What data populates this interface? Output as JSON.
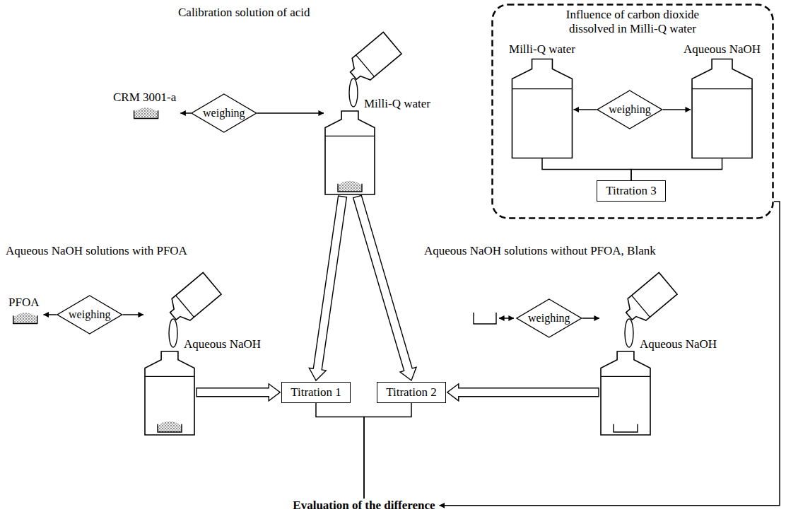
{
  "diagram": {
    "nodes": [
      {
        "text": [
          "CRM 3001-a"
        ]
      },
      {
        "text": [
          "weighing"
        ]
      },
      {
        "text": [
          "Milli-Q water"
        ]
      },
      {
        "text": [
          "Influence of carbon dioxide dissolved in Milli-Q water"
        ]
      },
      {
        "text": [
          "Milli-Q water"
        ],
        "in": 3
      },
      {
        "text": [
          "weighing"
        ],
        "in": 3
      },
      {
        "text": [
          "Aqueous NaOH"
        ],
        "in": 3
      },
      {
        "text": [
          "Titration 3"
        ],
        "in": 3
      },
      {
        "text": [
          "PFOA"
        ]
      },
      {
        "text": [
          "weighing"
        ]
      },
      {
        "text": [
          "Aqueous NaOH"
        ]
      },
      {
        "text": [
          "Titration 1"
        ]
      },
      {
        "text": [
          "Titration 2"
        ]
      },
      {
        "text": [
          "weighing"
        ]
      },
      {
        "text": [
          "Aqueous NaOH"
        ]
      },
      {
        "text": [
          "Evaluation of the difference"
        ]
      }
    ],
    "edges": [
      {
        "from": 1,
        "to": 0,
        "arrow": "to"
      },
      {
        "from": 1,
        "to": 2,
        "arrow": "to"
      },
      {
        "from": 2,
        "to": 11,
        "arrow": "to"
      },
      {
        "from": 2,
        "to": 12,
        "arrow": "to"
      },
      {
        "from": 10,
        "to": 11,
        "arrow": "to"
      },
      {
        "from": 14,
        "to": 12,
        "arrow": "to"
      },
      {
        "from": 11,
        "to": 15,
        "arrow": "none"
      },
      {
        "from": 12,
        "to": 15,
        "arrow": "none"
      },
      {
        "from": 3,
        "to": 15,
        "arrow": "to"
      },
      {
        "from": 9,
        "to": 8,
        "arrow": "to"
      },
      {
        "from": 9,
        "to": 10,
        "arrow": "to"
      },
      {
        "from": 13,
        "to": 14,
        "arrow": "to"
      },
      {
        "from": 4,
        "to": 7,
        "arrow": "none"
      },
      {
        "from": 6,
        "to": 7,
        "arrow": "none"
      },
      {
        "from": 5,
        "to": 4,
        "arrow": "to"
      },
      {
        "from": 5,
        "to": 6,
        "arrow": "to"
      }
    ],
    "labels": [
      "Calibration solution of acid",
      "Aqueous NaOH solutions with PFOA",
      "Aqueous NaOH solutions without PFOA, Blank"
    ]
  }
}
